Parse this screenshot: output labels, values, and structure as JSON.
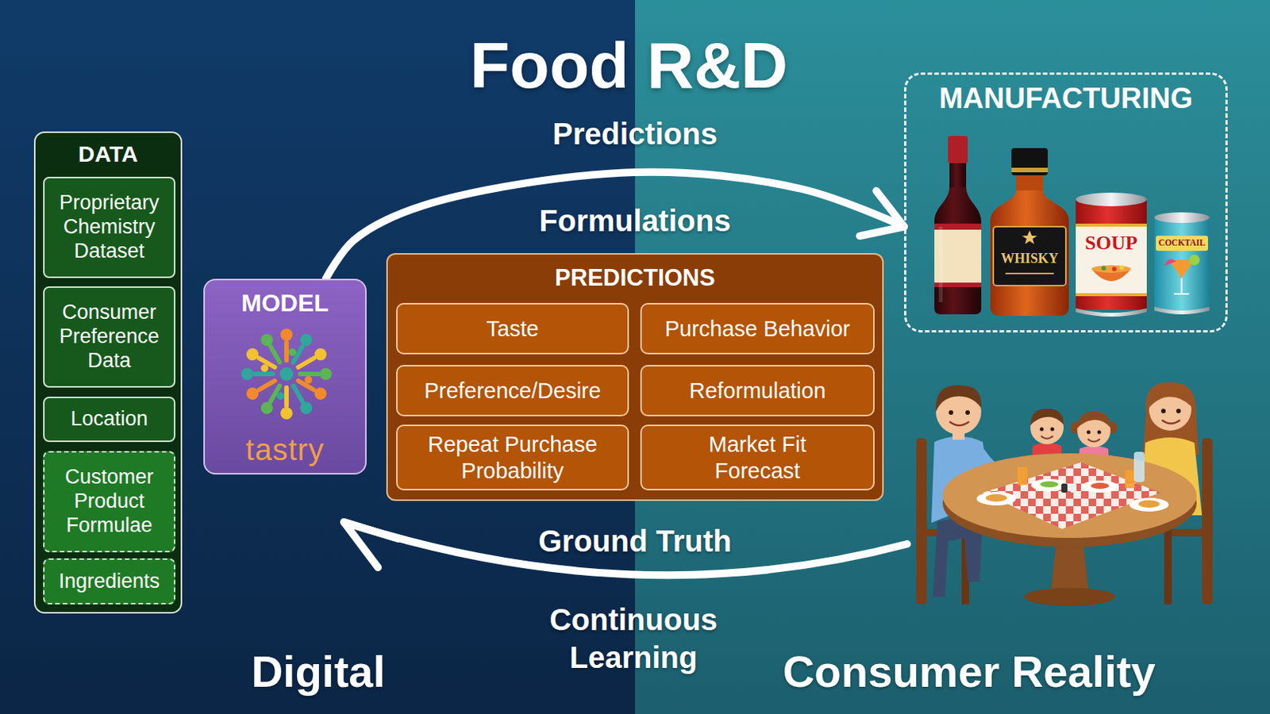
{
  "diagram": {
    "title": "Food R&D",
    "nodes": [
      {
        "text": [
          "DATA"
        ]
      },
      {
        "text": [
          "Proprietary Chemistry Dataset"
        ],
        "in": 0
      },
      {
        "text": [
          "Consumer Preference Data"
        ],
        "in": 0
      },
      {
        "text": [
          "Location"
        ],
        "in": 0
      },
      {
        "text": [
          "Customer Product Formulae"
        ],
        "in": 0
      },
      {
        "text": [
          "Ingredients"
        ],
        "in": 0
      },
      {
        "text": [
          "MODEL",
          "tastry"
        ]
      },
      {
        "text": [
          "PREDICTIONS"
        ]
      },
      {
        "text": [
          "Taste"
        ],
        "in": 7
      },
      {
        "text": [
          "Purchase Behavior"
        ],
        "in": 7
      },
      {
        "text": [
          "Preference/Desire"
        ],
        "in": 7
      },
      {
        "text": [
          "Reformulation"
        ],
        "in": 7
      },
      {
        "text": [
          "Repeat Purchase Probability"
        ],
        "in": 7
      },
      {
        "text": [
          "Market Fit Forecast"
        ],
        "in": 7
      },
      {
        "text": [
          "MANUFACTURING"
        ]
      }
    ],
    "edges": [
      {
        "from": 6,
        "to": 14,
        "arrow": "to"
      }
    ],
    "labels": [
      "Predictions",
      "Formulations",
      "Ground Truth",
      "Continuous Learning",
      "Digital",
      "Consumer Reality",
      "WHISKY",
      "SOUP",
      "COCKTAIL"
    ]
  }
}
